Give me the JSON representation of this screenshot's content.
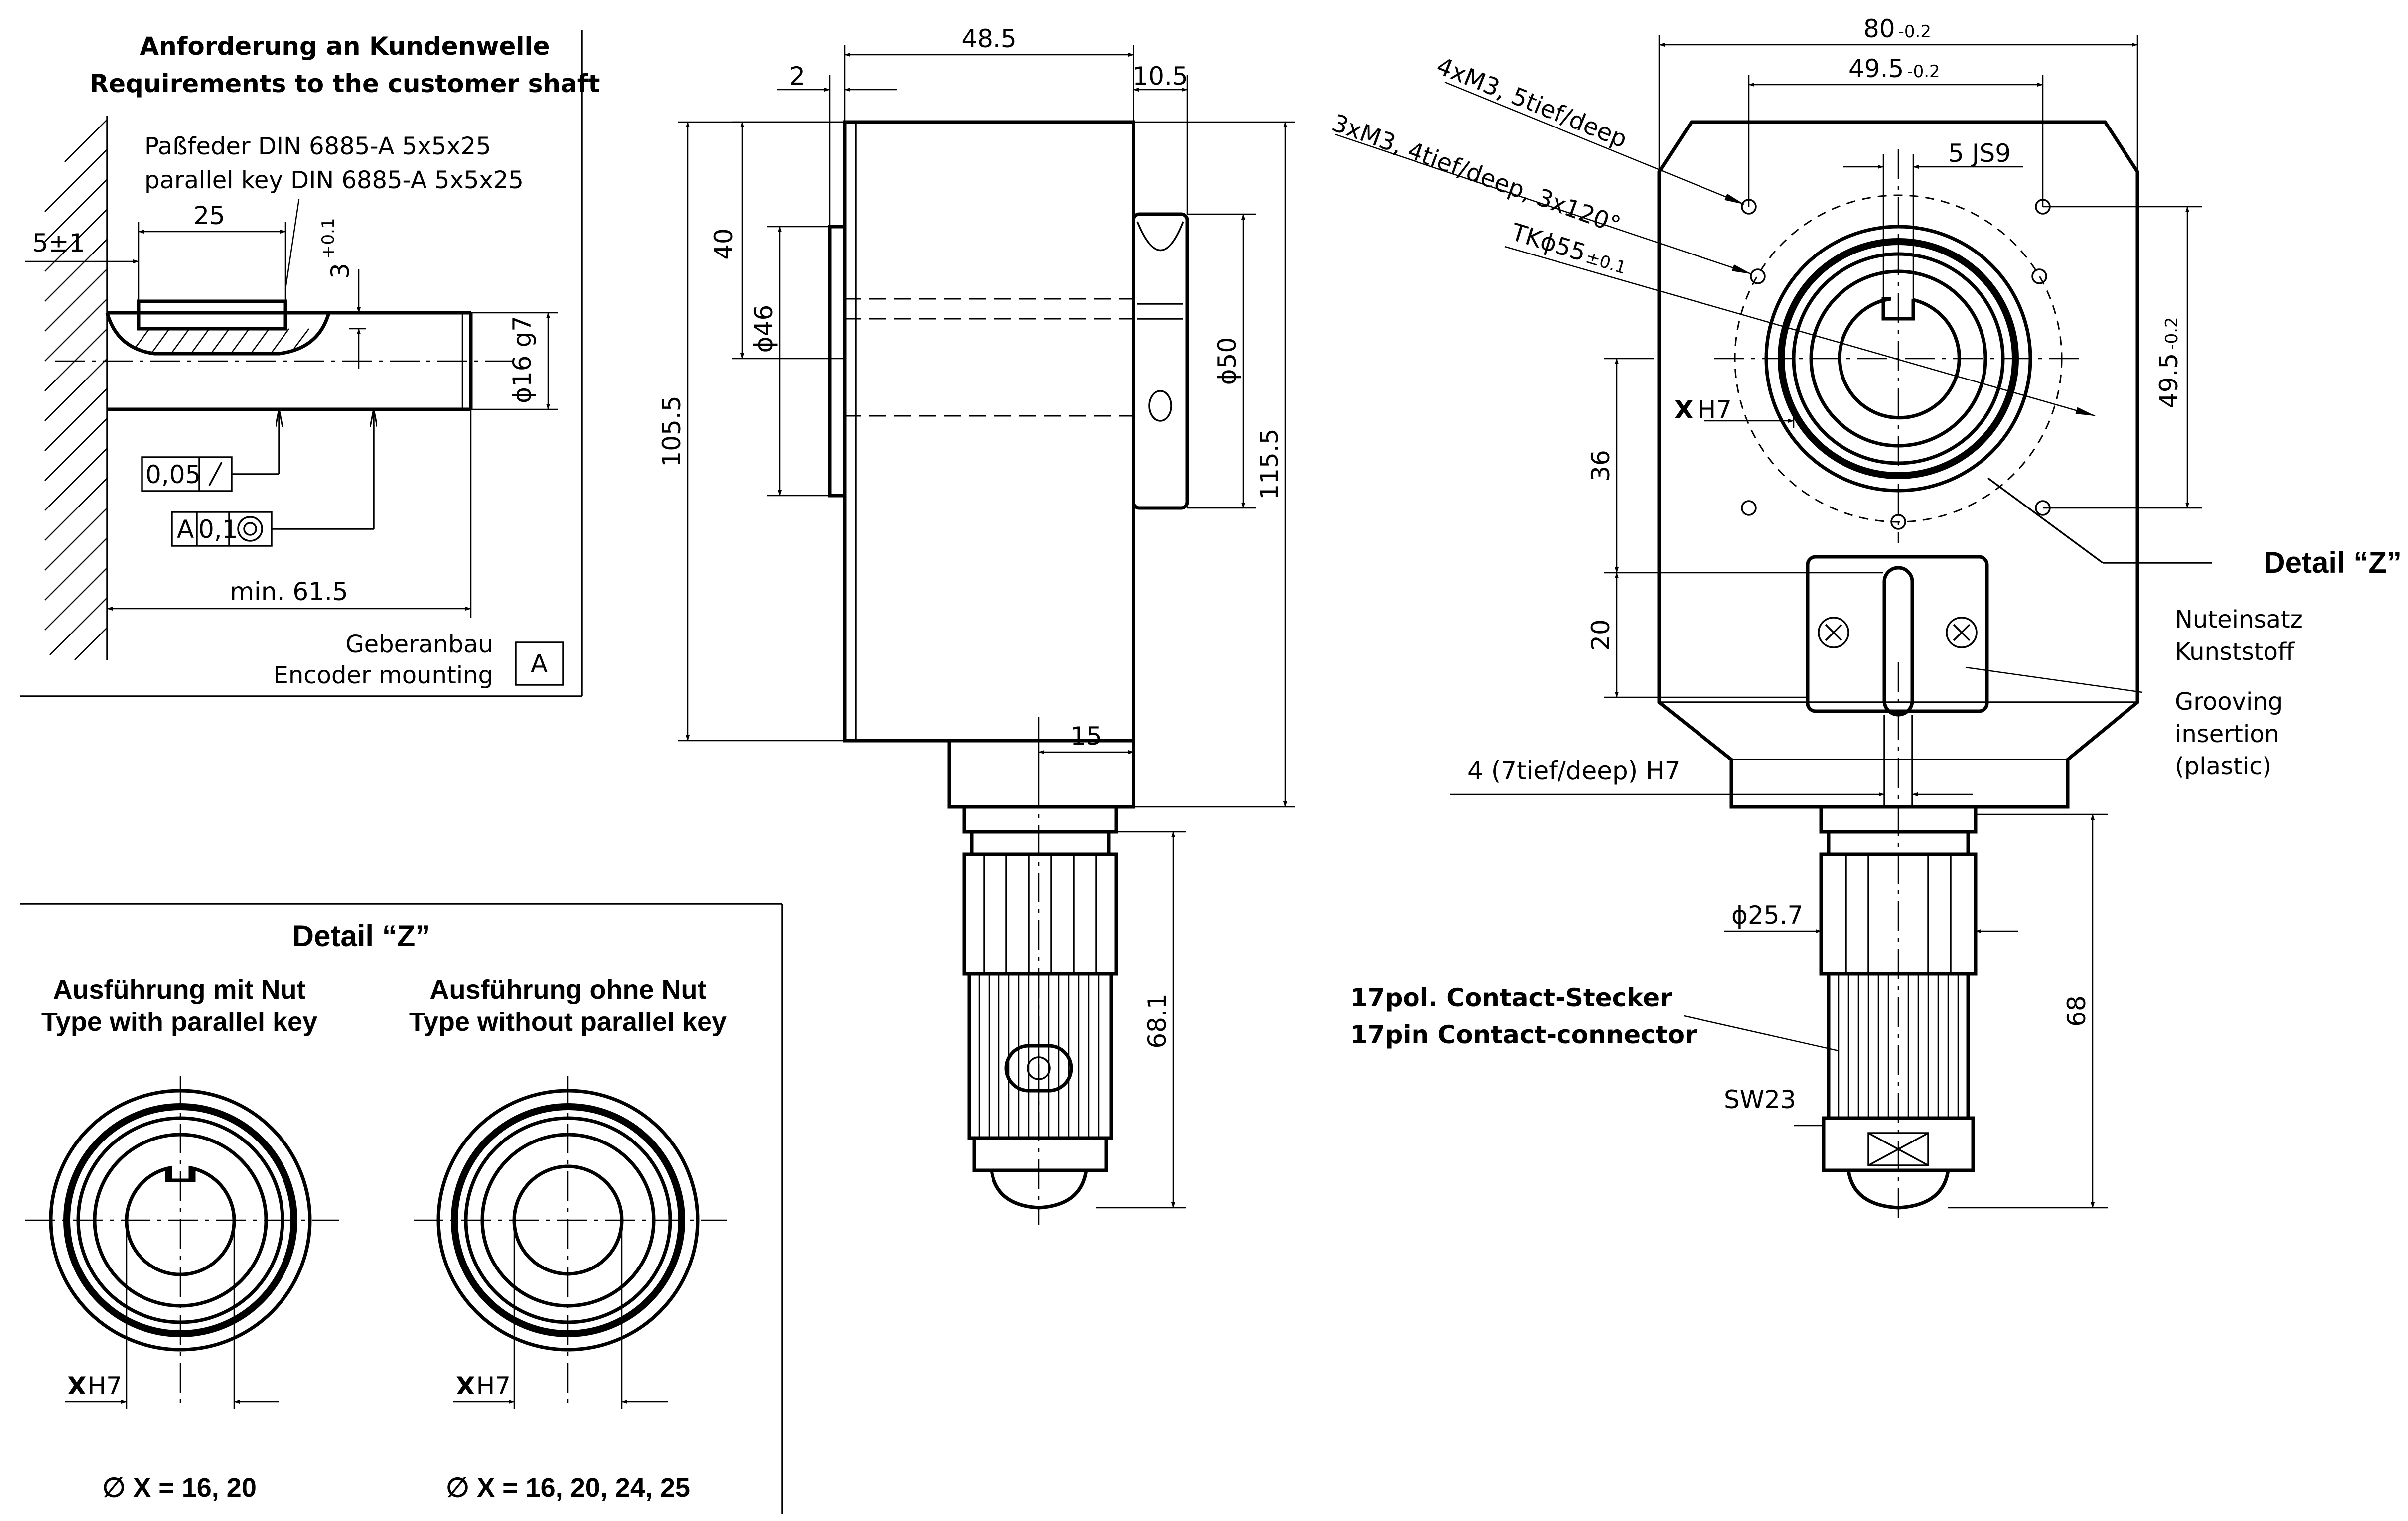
{
  "shaft": {
    "title_de": "Anforderung an Kundenwelle",
    "title_en": "Requirements to the customer shaft",
    "key_de": "Paßfeder DIN 6885-A 5x5x25",
    "key_en": "parallel key DIN 6885-A 5x5x25",
    "dim_key_length": "25",
    "dim_offset": "5±1",
    "dim_key_height": "3",
    "dim_key_height_tol": "+0.1",
    "dim_shaft_dia": "ϕ16 g7",
    "tol_runout": "0,05",
    "tol_ref": "A",
    "tol_conc": "0,1",
    "dim_min_length": "min. 61.5",
    "mount_de": "Geberanbau",
    "mount_en": "Encoder mounting",
    "datum_label": "A"
  },
  "side_view": {
    "dim_48_5": "48.5",
    "dim_2": "2",
    "dim_10_5": "10.5",
    "dim_40": "40",
    "dim_phi46": "ϕ46",
    "dim_phi50": "ϕ50",
    "dim_105_5": "105.5",
    "dim_115_5": "115.5",
    "dim_15": "15",
    "dim_68_1": "68.1"
  },
  "front_view": {
    "dim_80": "80",
    "dim_80_tol": "-0.2",
    "dim_49_5_h": "49.5",
    "dim_49_5_h_tol": "-0.2",
    "dim_5js9": "5 JS9",
    "dim_49_5_v": "49.5",
    "dim_49_5_v_tol": "-0.2",
    "note_4xm3": "4xM3, 5tief/deep",
    "note_3xm3": "3xM3, 4tief/deep, 3x120°",
    "note_tk": "TKϕ55",
    "note_tk_tol": "±0.1",
    "x_label": "X",
    "x_tol": "H7",
    "dim_36": "36",
    "dim_20": "20",
    "detail_label": "Detail “Z”",
    "groove_de_1": "Nuteinsatz",
    "groove_de_2": "Kunststoff",
    "groove_en_1": "Grooving",
    "groove_en_2": "insertion",
    "groove_en_3": "(plastic)",
    "dim_4_h7": "4 (7tief/deep) H7",
    "dim_phi25_7": "ϕ25.7",
    "connector_de": "17pol. Contact-Stecker",
    "connector_en": "17pin Contact-connector",
    "dim_sw23": "SW23",
    "dim_68": "68"
  },
  "detail_box": {
    "title": "Detail “Z”",
    "left_title_de": "Ausführung mit Nut",
    "left_title_en": "Type with parallel key",
    "right_title_de": "Ausführung ohne Nut",
    "right_title_en": "Type without parallel key",
    "x_label": "X",
    "x_tol": "H7",
    "left_values": "∅ X = 16, 20",
    "right_values": "∅ X = 16, 20, 24, 25"
  }
}
